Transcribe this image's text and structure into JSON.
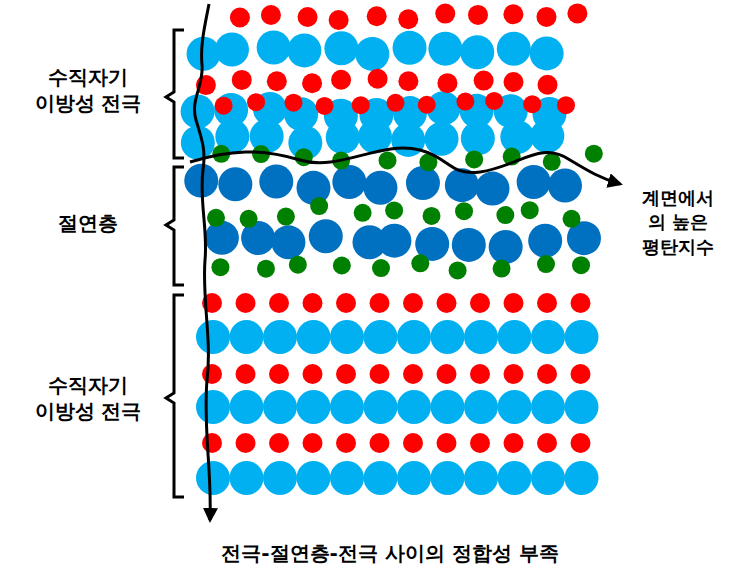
{
  "diagram": {
    "caption": "전극-절연층-전극 사이의 정합성 부족",
    "labels": [
      "수직자기 이방성 전극",
      "절연층",
      "수직자기 이방성 전극",
      "계면에서 의 높은 평탄지수"
    ]
  }
}
